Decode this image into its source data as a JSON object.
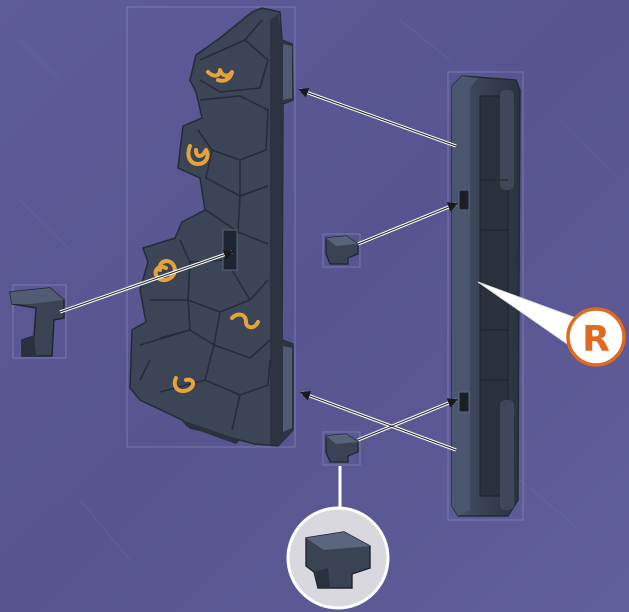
{
  "scene": {
    "background_color": "#5a5793",
    "part_color": "#3f4a5c",
    "part_dark": "#2c3442",
    "part_light": "#55627a",
    "symbol_color": "#e7a33b",
    "arrow_color": "#ffffff"
  },
  "callout": {
    "label": "R",
    "fill": "#ffffff",
    "border": "#e06a1e",
    "text_color": "#e06a1e"
  },
  "detail_view": {
    "fill": "#d8d8de",
    "border": "#ffffff"
  },
  "parts": [
    {
      "name": "rock-wall-panel",
      "icon": "rock-panel-with-fire-symbols"
    },
    {
      "name": "connector-rail",
      "icon": "long-rail"
    },
    {
      "name": "side-hook-clip",
      "icon": "hook-clip"
    },
    {
      "name": "small-peg-upper",
      "icon": "small-peg"
    },
    {
      "name": "small-peg-lower",
      "icon": "small-peg"
    }
  ]
}
